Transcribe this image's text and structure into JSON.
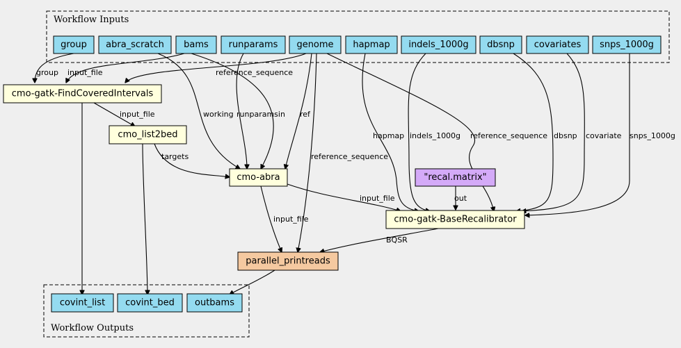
{
  "clusters": {
    "inputs_label": "Workflow Inputs",
    "outputs_label": "Workflow Outputs"
  },
  "colors": {
    "input": "#94dbf0",
    "step": "#ffffdd",
    "output_step": "#f5c9a0",
    "default_value": "#d4aaf8"
  },
  "nodes": {
    "group": "group",
    "abra_scratch": "abra_scratch",
    "bams": "bams",
    "runparams": "runparams",
    "genome": "genome",
    "hapmap": "hapmap",
    "indels_1000g": "indels_1000g",
    "dbsnp": "dbsnp",
    "covariates": "covariates",
    "snps_1000g": "snps_1000g",
    "fci": "cmo-gatk-FindCoveredIntervals",
    "list2bed": "cmo_list2bed",
    "abra": "cmo-abra",
    "recal_matrix": "\"recal.matrix\"",
    "baserecal": "cmo-gatk-BaseRecalibrator",
    "printreads": "parallel_printreads",
    "covint_list": "covint_list",
    "covint_bed": "covint_bed",
    "outbams": "outbams"
  },
  "edges": {
    "group_fci": "group",
    "bams_fci": "input_file",
    "genome_fci": "reference_sequence",
    "fci_list2bed": "input_file",
    "list2bed_abra": "targets",
    "scratch_abra": "working",
    "runparams_abra": "runparamsin",
    "genome_abra": "ref",
    "genome_printreads": "reference_sequence",
    "hapmap_baserecal": "hapmap",
    "indels_baserecal": "indels_1000g",
    "genome_baserecal": "reference_sequence",
    "dbsnp_baserecal": "dbsnp",
    "covariates_baserecal": "covariate",
    "snps_baserecal": "snps_1000g",
    "recal_baserecal": "out",
    "abra_baserecal": "input_file",
    "abra_printreads": "input_file",
    "baserecal_printreads": "BQSR"
  }
}
